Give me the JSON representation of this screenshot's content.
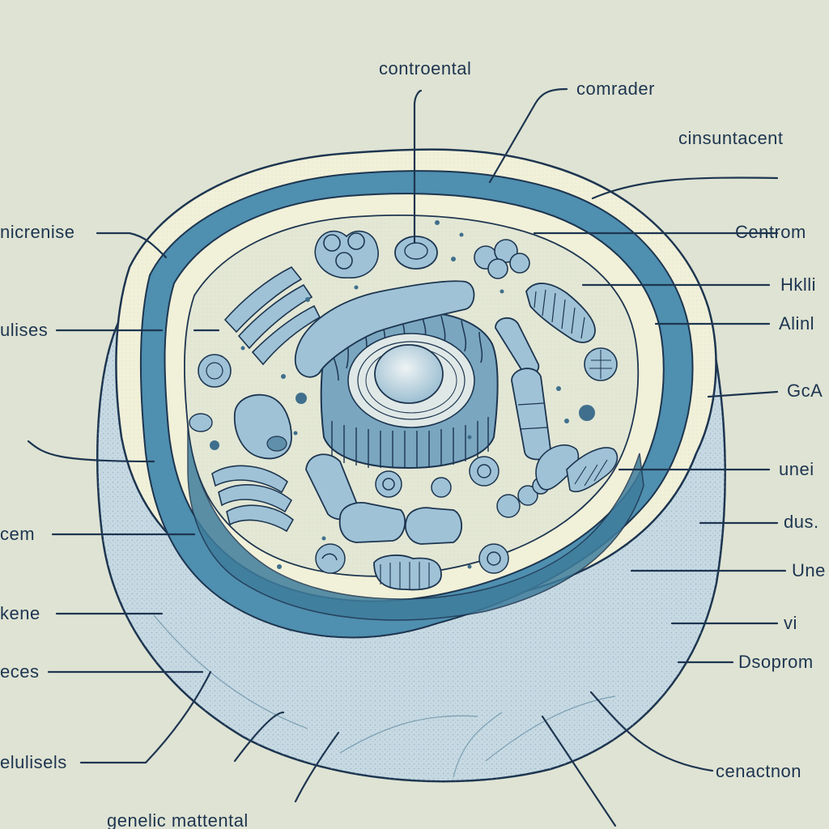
{
  "colors": {
    "background": "#dfe3d3",
    "outer_membrane": "#c6d8e0",
    "membrane_band": "#4f8faf",
    "cream": "#f3f1dc",
    "cytoplasm": "#e5e8d6",
    "organelle": "#9fc2d6",
    "outline": "#1d3550"
  },
  "labels": {
    "top_center": "controental",
    "top_right_1": "comrader",
    "top_right_2": "cinsuntacent",
    "left_1": "nicrenise",
    "left_2": "ulises",
    "left_3": "",
    "left_4": "cem",
    "left_5": "kene",
    "left_6": "eces",
    "left_7": "elulisels",
    "right_1": "Centrom",
    "right_2": "Hklli",
    "right_3": "Alinl",
    "right_4": "GcA",
    "right_5": "unei",
    "right_6": "dus.",
    "right_7": "Une",
    "right_8": "vi",
    "right_9": "Dsoprom",
    "right_10": "cenactnon",
    "bottom": "genelic mattental"
  }
}
